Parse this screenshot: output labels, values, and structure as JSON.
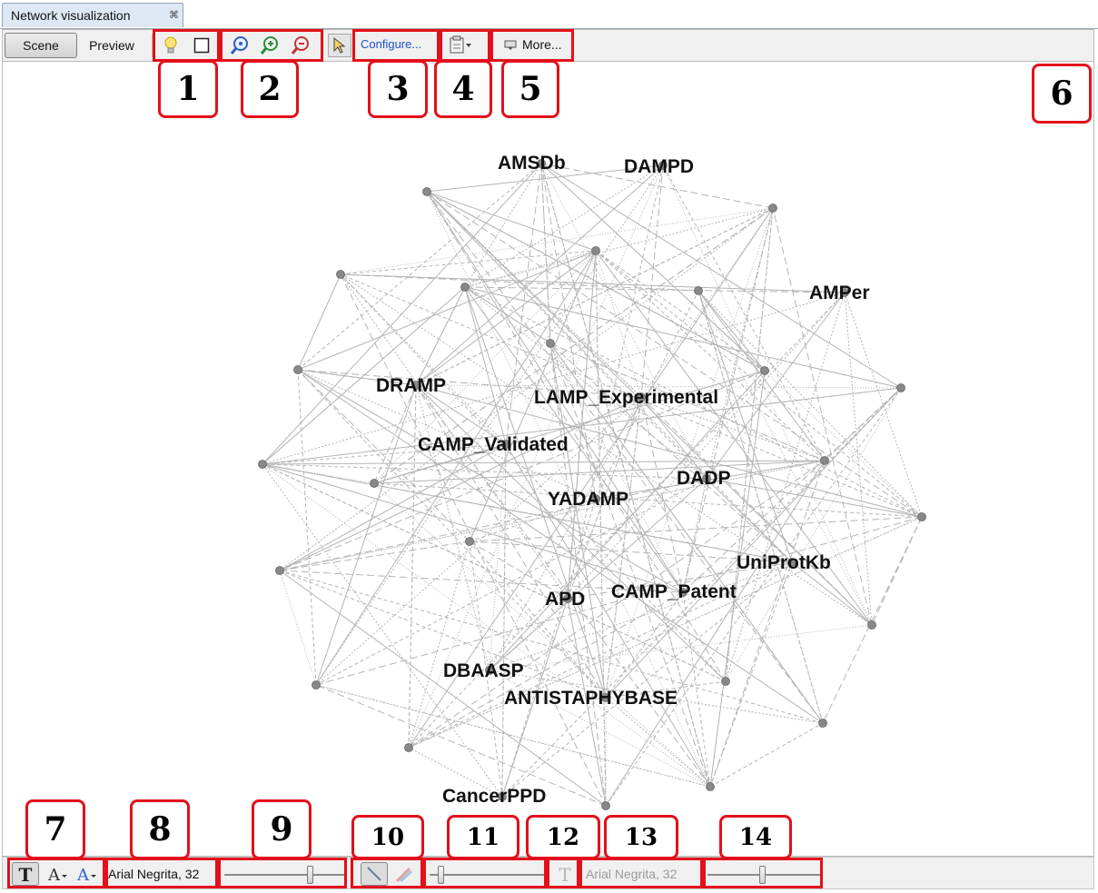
{
  "window": {
    "tab_title": "Network visualization",
    "tab_close_glyph": "⌘"
  },
  "toolbar": {
    "scene_label": "Scene",
    "preview_label": "Preview",
    "configure_label": "Configure...",
    "more_label": "More...",
    "icons": [
      "lightbulb-icon",
      "square-icon",
      "zoom-center-icon",
      "zoom-in-icon",
      "zoom-out-icon",
      "select-pointer-icon",
      "screenshot-icon",
      "more-icon"
    ]
  },
  "graph": {
    "node_labels": [
      "AMSDb",
      "DAMPD",
      "AMPer",
      "DRAMP",
      "LAMP_Experimental",
      "CAMP_Validated",
      "DADP",
      "YADAMP",
      "UniProtKb",
      "APD",
      "CAMP_Patent",
      "DBAASP",
      "ANTISTAPHYBASE",
      "CancerPPD"
    ]
  },
  "bottom": {
    "node_font_label": "Arial Negrita, 32",
    "edge_font_label": "Arial Negrita, 32",
    "node_font_slider_level": 0.72,
    "edge_text_slider_level": 0.07,
    "edge_font_slider_level": 0.48
  },
  "callouts": [
    "1",
    "2",
    "3",
    "4",
    "5",
    "6",
    "7",
    "8",
    "9",
    "10",
    "11",
    "12",
    "13",
    "14"
  ],
  "colors": {
    "callout_border": "#e3101b",
    "configure_link": "#1f4fd0",
    "edge": "#b4b4b4",
    "node": "#888888"
  }
}
